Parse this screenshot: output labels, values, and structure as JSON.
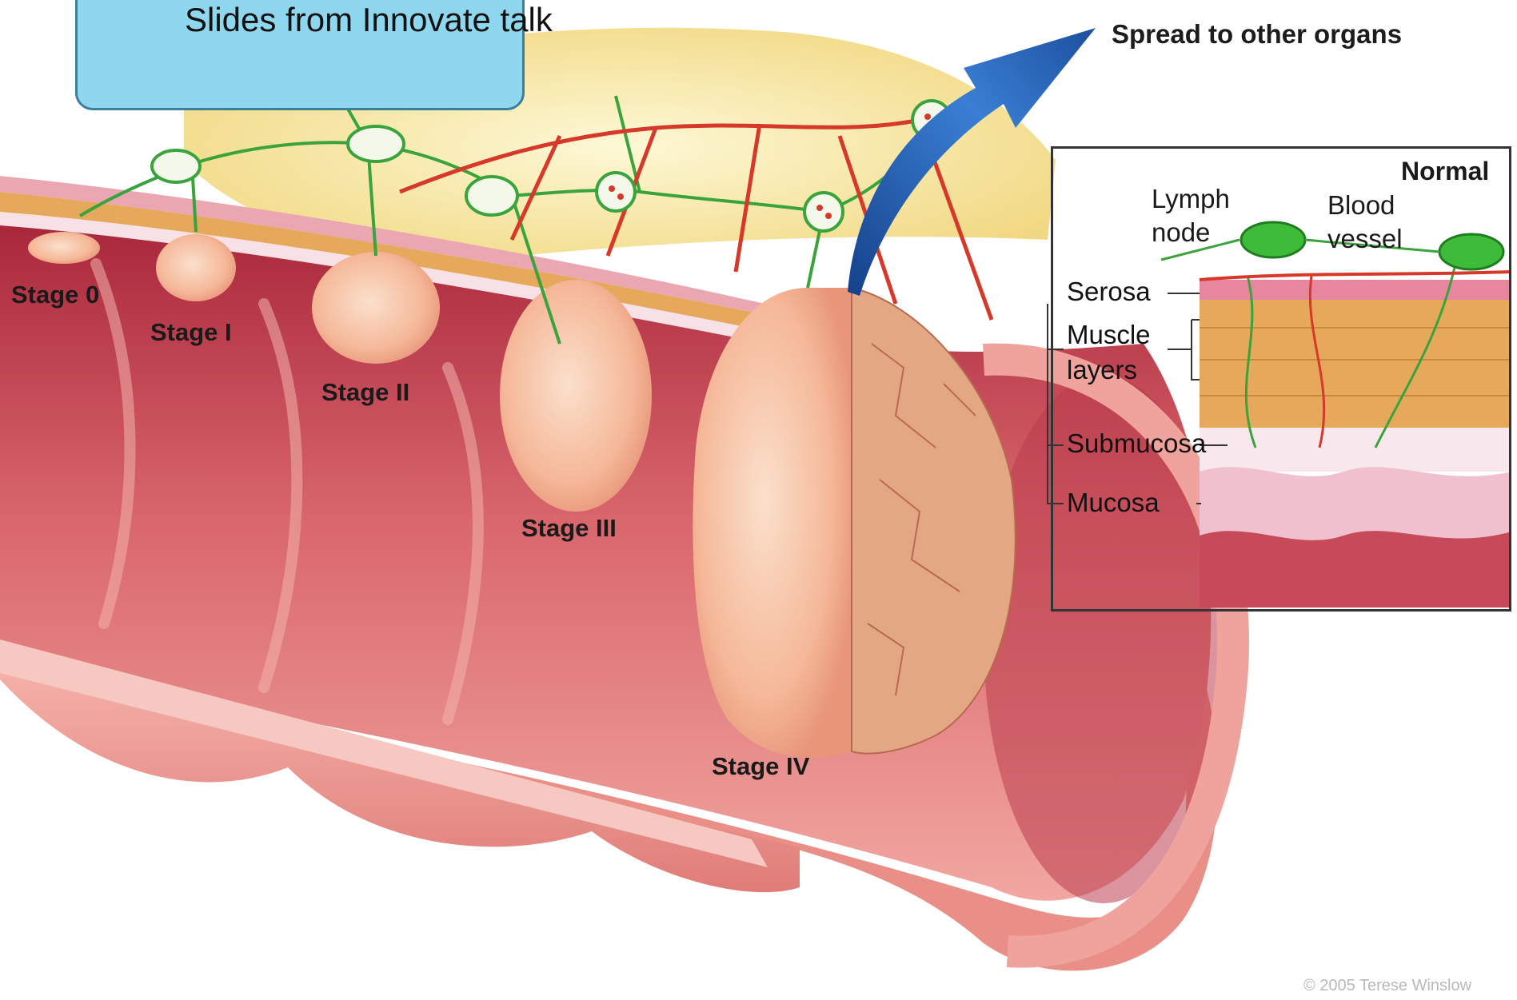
{
  "callout": {
    "text": "Slides from Innovate talk"
  },
  "arrow_label": "Spread to other organs",
  "stages": [
    "Stage 0",
    "Stage I",
    "Stage II",
    "Stage III",
    "Stage IV"
  ],
  "inset": {
    "title": "Normal",
    "lymph_node": [
      "Lymph",
      "node"
    ],
    "blood_vessel": [
      "Blood",
      "vessel"
    ],
    "layers": [
      "Serosa",
      "Muscle",
      "layers",
      "Submucosa",
      "Mucosa"
    ]
  },
  "credit": "© 2005 Terese Winslow",
  "colors": {
    "tissue": "#e8837f",
    "lumen": "#c4474d",
    "tumor": "#f6b99a",
    "fat": "#f4e18a",
    "lymph_vessel": "#3aa33c",
    "blood_vessel": "#d6392a",
    "arrow": "#2f6fc4",
    "callout": "#8fd6ef"
  }
}
